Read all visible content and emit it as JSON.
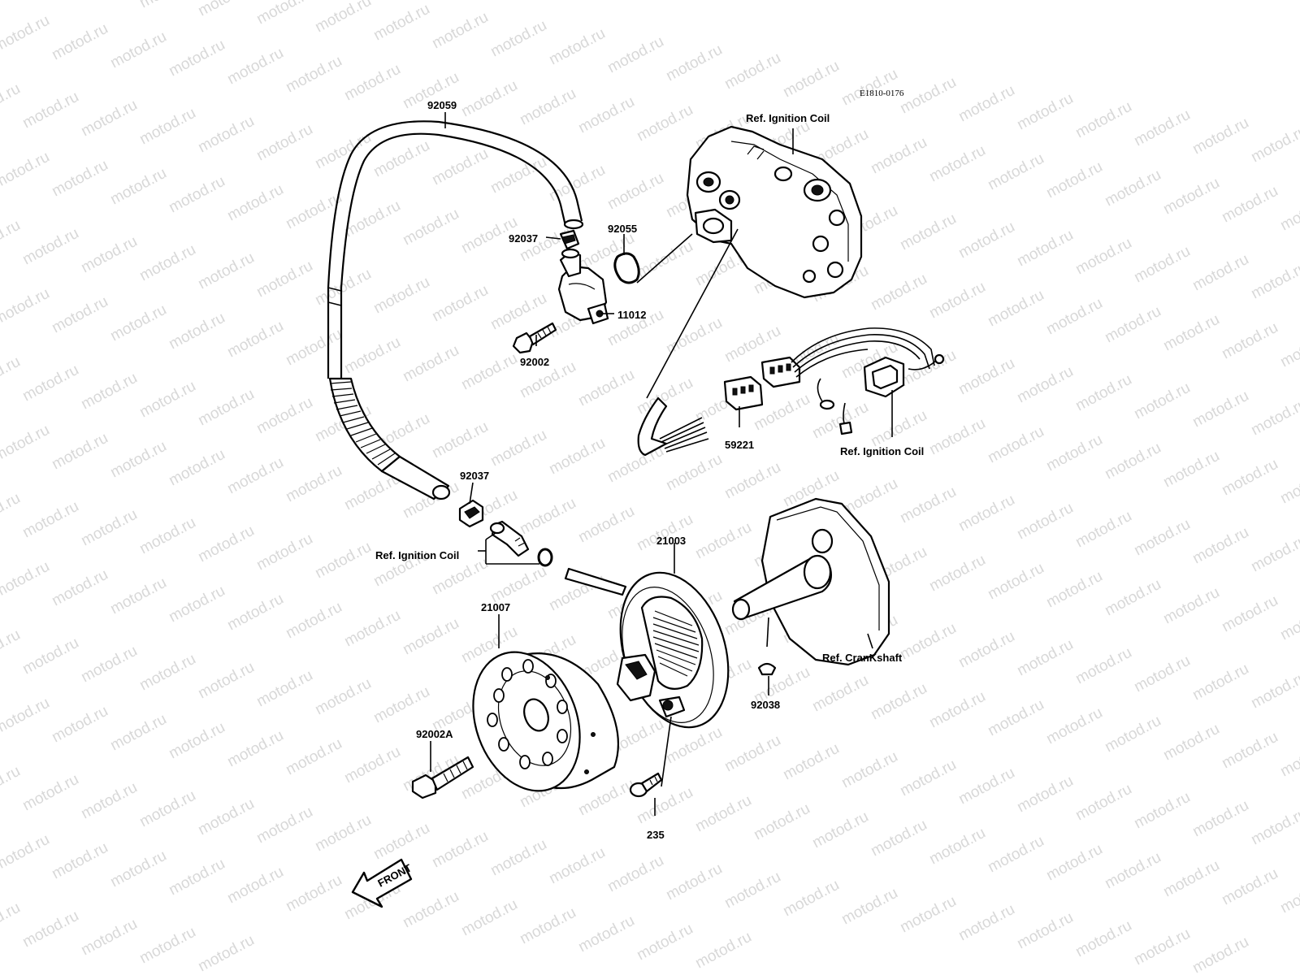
{
  "diagram": {
    "code": "E1810-0176",
    "watermark": "motod.ru",
    "front_label": "FRONT",
    "callouts": {
      "hose_92059": "92059",
      "clamp_92037_top": "92037",
      "gasket_92055": "92055",
      "housing_11012": "11012",
      "bolt_92002": "92002",
      "ref_coil_top": "Ref. Ignition Coil",
      "harness_59221": "59221",
      "ref_coil_right": "Ref. Ignition Coil",
      "clamp_92037_mid": "92037",
      "ref_coil_left": "Ref. Ignition Coil",
      "stator_21003": "21003",
      "rotor_21007": "21007",
      "bolt_92002A": "92002A",
      "screw_235": "235",
      "key_92038": "92038",
      "ref_crankshaft": "Ref. CranKshaft"
    }
  }
}
